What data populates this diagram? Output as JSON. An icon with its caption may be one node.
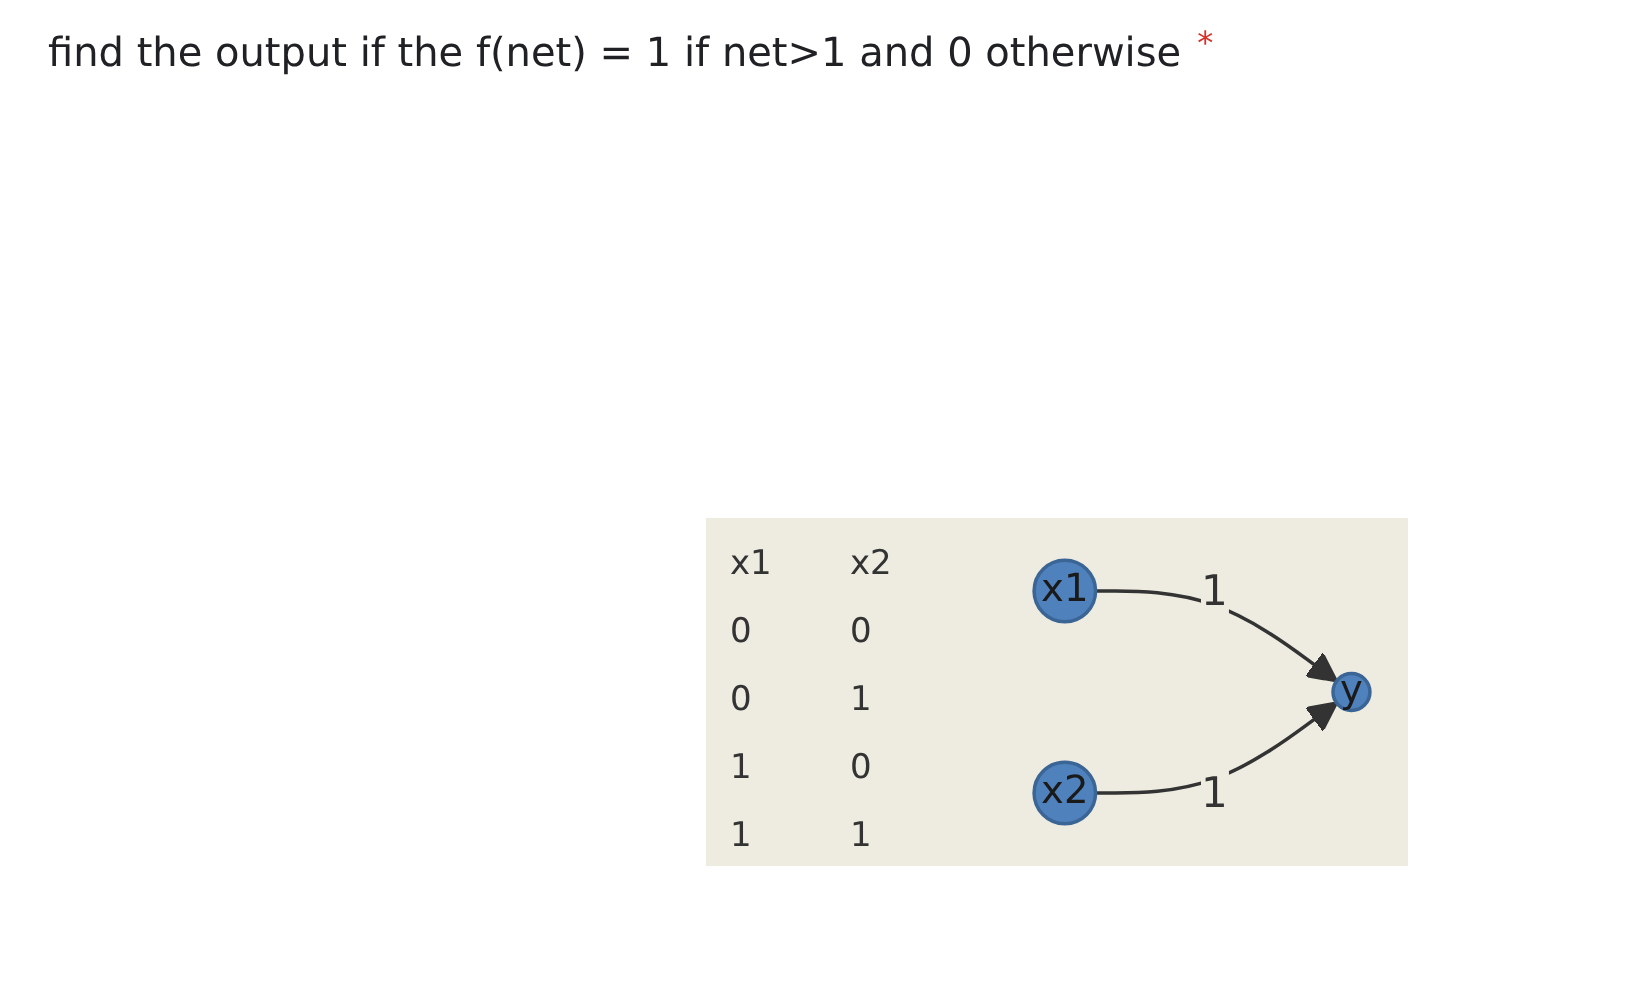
{
  "diagram": {
    "title": "find the output if the f(net) = 1 if net>1 and 0 otherwise",
    "nodes": [
      {
        "text": [
          "x1"
        ]
      },
      {
        "text": [
          "x2"
        ]
      },
      {
        "text": [
          "y"
        ]
      }
    ],
    "edges": [
      {
        "from": 0,
        "to": 2,
        "arrow": "to",
        "label": "1"
      },
      {
        "from": 1,
        "to": 2,
        "arrow": "to",
        "label": "1"
      }
    ],
    "labels": [
      "*",
      "x1",
      "x2",
      "0",
      "0",
      "0",
      "1",
      "1",
      "0",
      "1",
      "1"
    ]
  }
}
